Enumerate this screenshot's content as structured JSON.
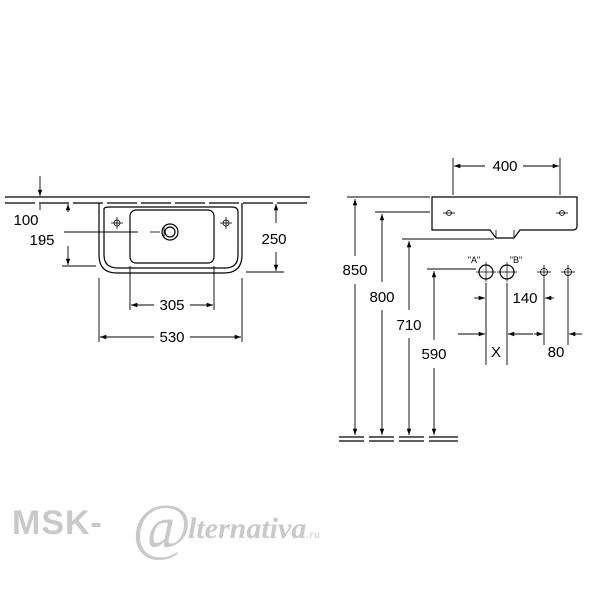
{
  "plan_view": {
    "dims": {
      "d100": "100",
      "d195": "195",
      "d250": "250",
      "d305": "305",
      "d530": "530"
    }
  },
  "side_view": {
    "dims": {
      "d400": "400",
      "d850": "850",
      "d800": "800",
      "d710": "710",
      "d590": "590",
      "d140": "140",
      "d80": "80",
      "dx": "X"
    },
    "labels": {
      "a": "\"A\"",
      "b": "\"B\""
    }
  },
  "watermark": {
    "brand": "MSK-",
    "at": "@",
    "rest": "lternativa",
    "tld": ".ru"
  }
}
